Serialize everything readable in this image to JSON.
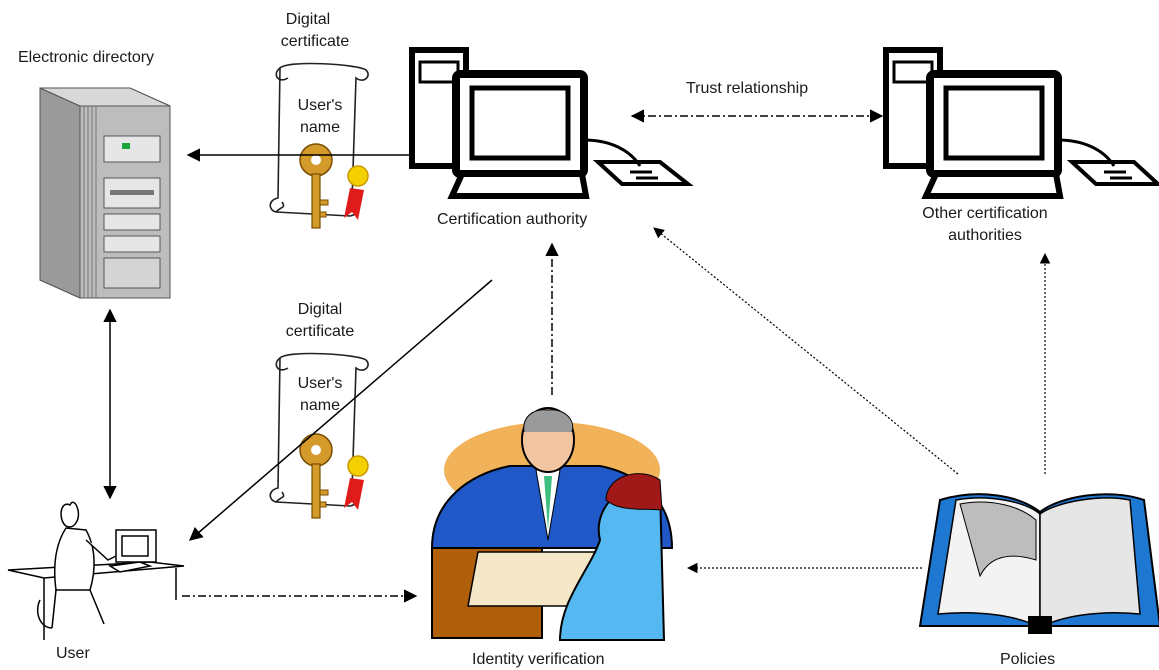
{
  "nodes": {
    "electronic_directory": "Electronic directory",
    "certification_authority": "Certification authority",
    "other_ca_line1": "Other certification",
    "other_ca_line2": "authorities",
    "user": "User",
    "identity_verification": "Identity verification",
    "policies": "Policies"
  },
  "edges": {
    "trust_relationship": "Trust relationship"
  },
  "certificates": [
    {
      "title_line1": "Digital",
      "title_line2": "certificate",
      "name_line1": "User's",
      "name_line2": "name"
    },
    {
      "title_line1": "Digital",
      "title_line2": "certificate",
      "name_line1": "User's",
      "name_line2": "name"
    }
  ],
  "colors": {
    "key": "#d49a2a",
    "ribbon": "#e01b1b",
    "seal": "#f5d000",
    "book_blue": "#1e78d2",
    "halo": "#f2b25a",
    "suit_blue": "#2058c8",
    "shirt_blue": "#55b8f0",
    "desk_brown": "#b0600a",
    "hair_red": "#a01818"
  }
}
